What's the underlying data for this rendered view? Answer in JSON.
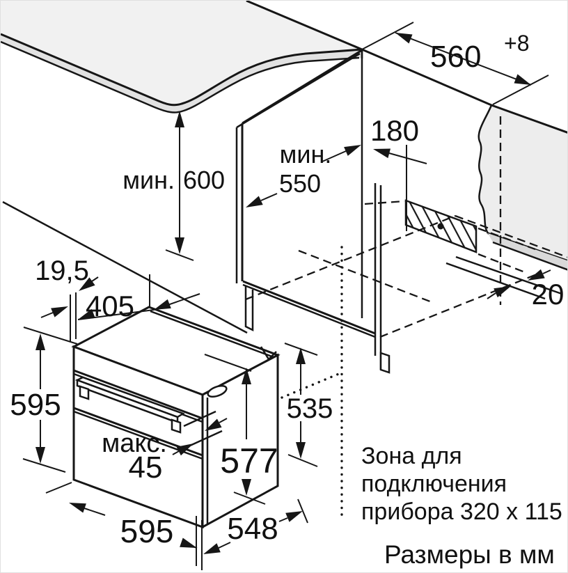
{
  "diagram": {
    "kind": "built-in oven installation drawing",
    "footer": "Размеры в мм",
    "connection_zone": {
      "line1": "Зона для",
      "line2": "подключения",
      "line3": "прибора 320 x 115"
    },
    "dimensions": {
      "niche_width": {
        "value": "560",
        "tolerance": "+8"
      },
      "min_worktop_clearance": {
        "prefix": "мин.",
        "value": "600"
      },
      "min_niche_depth": {
        "prefix": "мин.",
        "value": "550"
      },
      "connection_zone_offset": {
        "value": "180"
      },
      "rear_gap": {
        "value": "20"
      },
      "door_offset": {
        "value": "19,5"
      },
      "top_depth": {
        "value": "405"
      },
      "appliance_height": {
        "value": "595"
      },
      "rear_body_height": {
        "value": "535"
      },
      "body_height": {
        "value": "577"
      },
      "max_protrusion": {
        "prefix": "макс.",
        "value": "45"
      },
      "appliance_width": {
        "value": "595"
      },
      "body_depth": {
        "value": "548"
      }
    },
    "colors": {
      "line": "#161616",
      "worktop_fill": "#f1f1f1",
      "worktop_edge_fill": "#e2e2e2",
      "back_panel_fill": "#ededed",
      "floor_strip_fill": "#d9d9d9",
      "background": "#ffffff"
    }
  }
}
